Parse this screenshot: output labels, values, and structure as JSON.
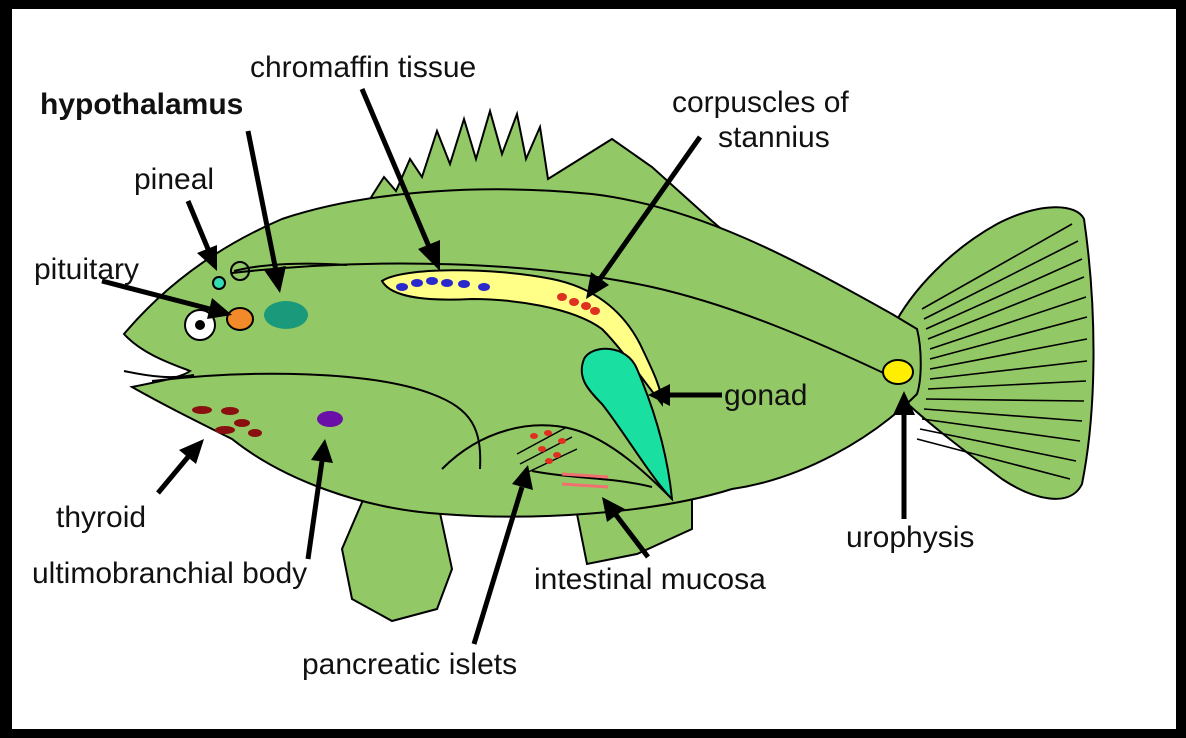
{
  "diagram": {
    "subject": "fish endocrine organs",
    "colors": {
      "body": "#92c966",
      "outline": "#000000",
      "chromaffin_band": "#ffff88",
      "gonad": "#19e0a0",
      "pituitary": "#f28a2a",
      "hypothalamus": "#1a9a7a",
      "pineal": "#33ddb4",
      "urophysis": "#ffee00",
      "thyroid": "#8a1010",
      "ultimobranchial_body": "#6a0fa8",
      "chromaffin_tissue": "#2a2acc",
      "corpuscles_of_stannius": "#e03020",
      "pancreatic_islets": "#e03020",
      "intestinal_mucosa": "#f07070"
    },
    "labels": {
      "chromaffin_tissue": "chromaffin tissue",
      "hypothalamus": "hypothalamus",
      "corpuscles_line1": "corpuscles of",
      "corpuscles_line2": "stannius",
      "pineal": "pineal",
      "pituitary": "pituitary",
      "gonad": "gonad",
      "thyroid": "thyroid",
      "ultimobranchial_body": "ultimobranchial body",
      "urophysis": "urophysis",
      "intestinal_mucosa": "intestinal mucosa",
      "pancreatic_islets": "pancreatic islets"
    }
  }
}
